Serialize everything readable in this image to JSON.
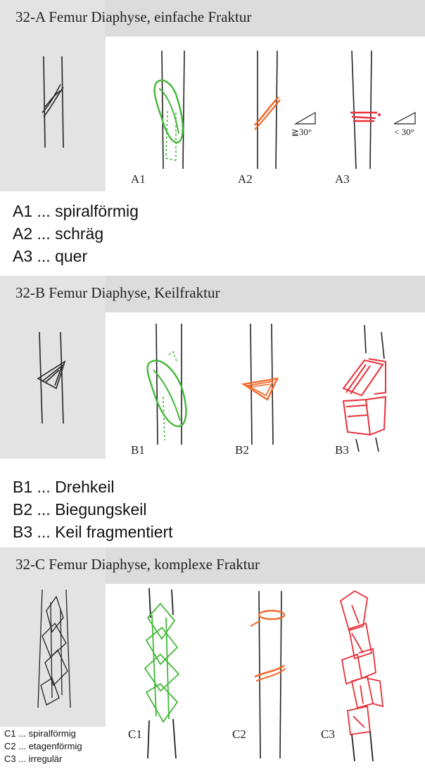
{
  "colors": {
    "green": "#44b83a",
    "orange": "#f06a2a",
    "red": "#e8303a",
    "ink": "#222222",
    "band": "#dcdcdc"
  },
  "sections": [
    {
      "title": "32-A  Femur Diaphyse, einfache Fraktur",
      "figures": [
        "A1",
        "A2",
        "A3"
      ],
      "angle_labels": [
        "≧30°",
        "< 30°"
      ],
      "legend": [
        "A1 ... spiralförmig",
        "A2 ... schräg",
        "A3 ... quer"
      ]
    },
    {
      "title": "32-B  Femur Diaphyse, Keilfraktur",
      "figures": [
        "B1",
        "B2",
        "B3"
      ],
      "legend": [
        "B1 ... Drehkeil",
        "B2 ... Biegungskeil",
        "B3 ... Keil fragmentiert"
      ]
    },
    {
      "title": "32-C  Femur Diaphyse, komplexe Fraktur",
      "figures": [
        "C1",
        "C2",
        "C3"
      ],
      "legend": [
        "C1 ... spiralförmig",
        "C2 ... etagenförmig",
        "C3 ... irregulär"
      ]
    }
  ]
}
